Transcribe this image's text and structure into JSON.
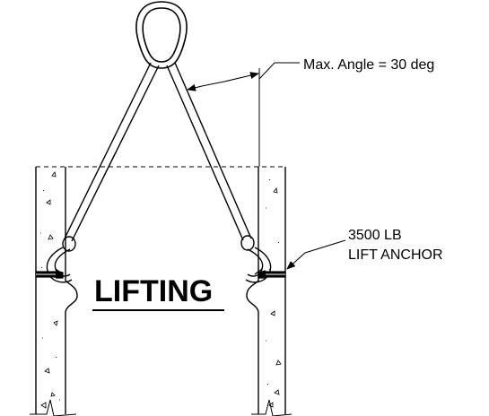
{
  "diagram": {
    "title": "LIFTING",
    "angle_callout": "Max. Angle = 30 deg",
    "anchor_callout_line1": "3500 LB",
    "anchor_callout_line2": "LIFT ANCHOR"
  }
}
